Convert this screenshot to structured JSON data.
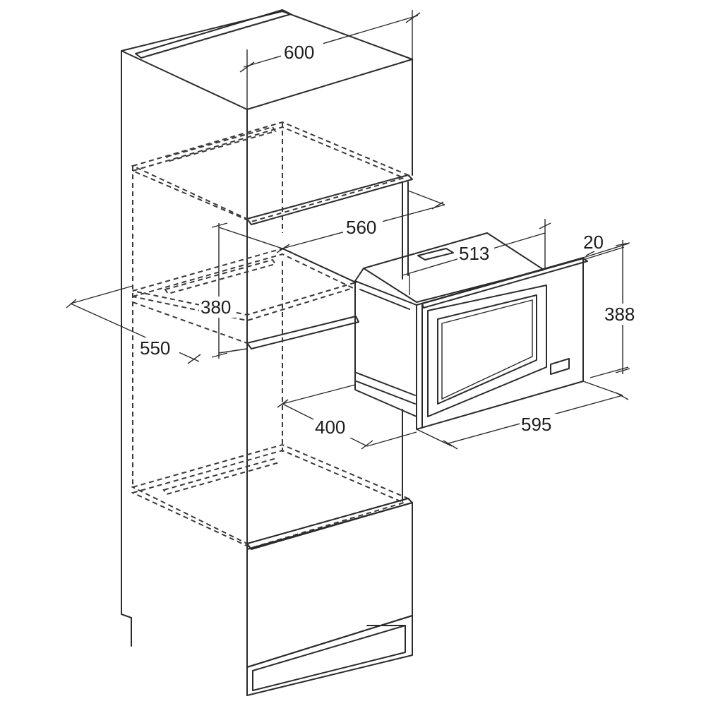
{
  "diagram": {
    "dimensions": {
      "cabinet_width": "600",
      "opening_width": "560",
      "opening_depth": "550",
      "opening_height": "380",
      "min_depth": "400",
      "appliance_width": "513",
      "frame_depth": "20",
      "appliance_height": "388",
      "front_width": "595"
    }
  }
}
